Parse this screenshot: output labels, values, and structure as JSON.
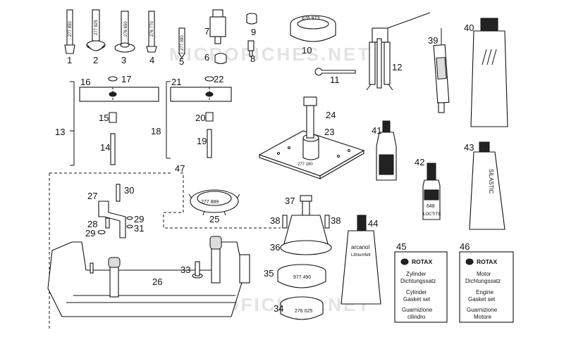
{
  "watermark": "MICROFICHES.NET",
  "callouts": {
    "n1": "1",
    "n2": "2",
    "n3": "3",
    "n4": "4",
    "n5": "5",
    "n6": "6",
    "n7": "7",
    "n8": "8",
    "n9": "9",
    "n10": "10",
    "n11": "11",
    "n12": "12",
    "n13": "13",
    "n14": "14",
    "n15": "15",
    "n16": "16",
    "n17": "17",
    "n18": "18",
    "n19": "19",
    "n20": "20",
    "n21": "21",
    "n22": "22",
    "n23": "23",
    "n24": "24",
    "n25": "25",
    "n26": "26",
    "n27": "27",
    "n28": "28",
    "n29a": "29",
    "n29b": "29",
    "n30": "30",
    "n31": "31",
    "n33": "33",
    "n34": "34",
    "n35": "35",
    "n36": "36",
    "n37": "37",
    "n38a": "38",
    "n38b": "38",
    "n39": "39",
    "n40": "40",
    "n41": "41",
    "n42": "42",
    "n43": "43",
    "n44": "44",
    "n45": "45",
    "n46": "46",
    "n47": "47"
  },
  "stamps": {
    "p1": "277 850",
    "p2": "277 825",
    "p3": "276 650",
    "p4": "276 770",
    "p5": "277 090",
    "p10": "876 973",
    "p23": "277 160",
    "p25": "277 889",
    "p35": "977 490",
    "p34": "276 025"
  },
  "labels": {
    "p43": "SILASTIC",
    "p44_brand": "arcanol",
    "p44_text": "Lithiumfett",
    "p42_a": "648",
    "p42_b": "LOCTITE"
  },
  "gasket45": {
    "brand": "ROTAX",
    "line1": "Zylinder",
    "line2": "Dichtungssatz",
    "line3": "Cylinder",
    "line4": "Gasket set",
    "line5": "Guarnizione",
    "line6": "cilindro"
  },
  "gasket46": {
    "brand": "ROTAX",
    "line1": "Motor",
    "line2": "Dichtungssatz",
    "line3": "Engine",
    "line4": "Gasket set",
    "line5": "Guarnizione",
    "line6": "Motore"
  }
}
